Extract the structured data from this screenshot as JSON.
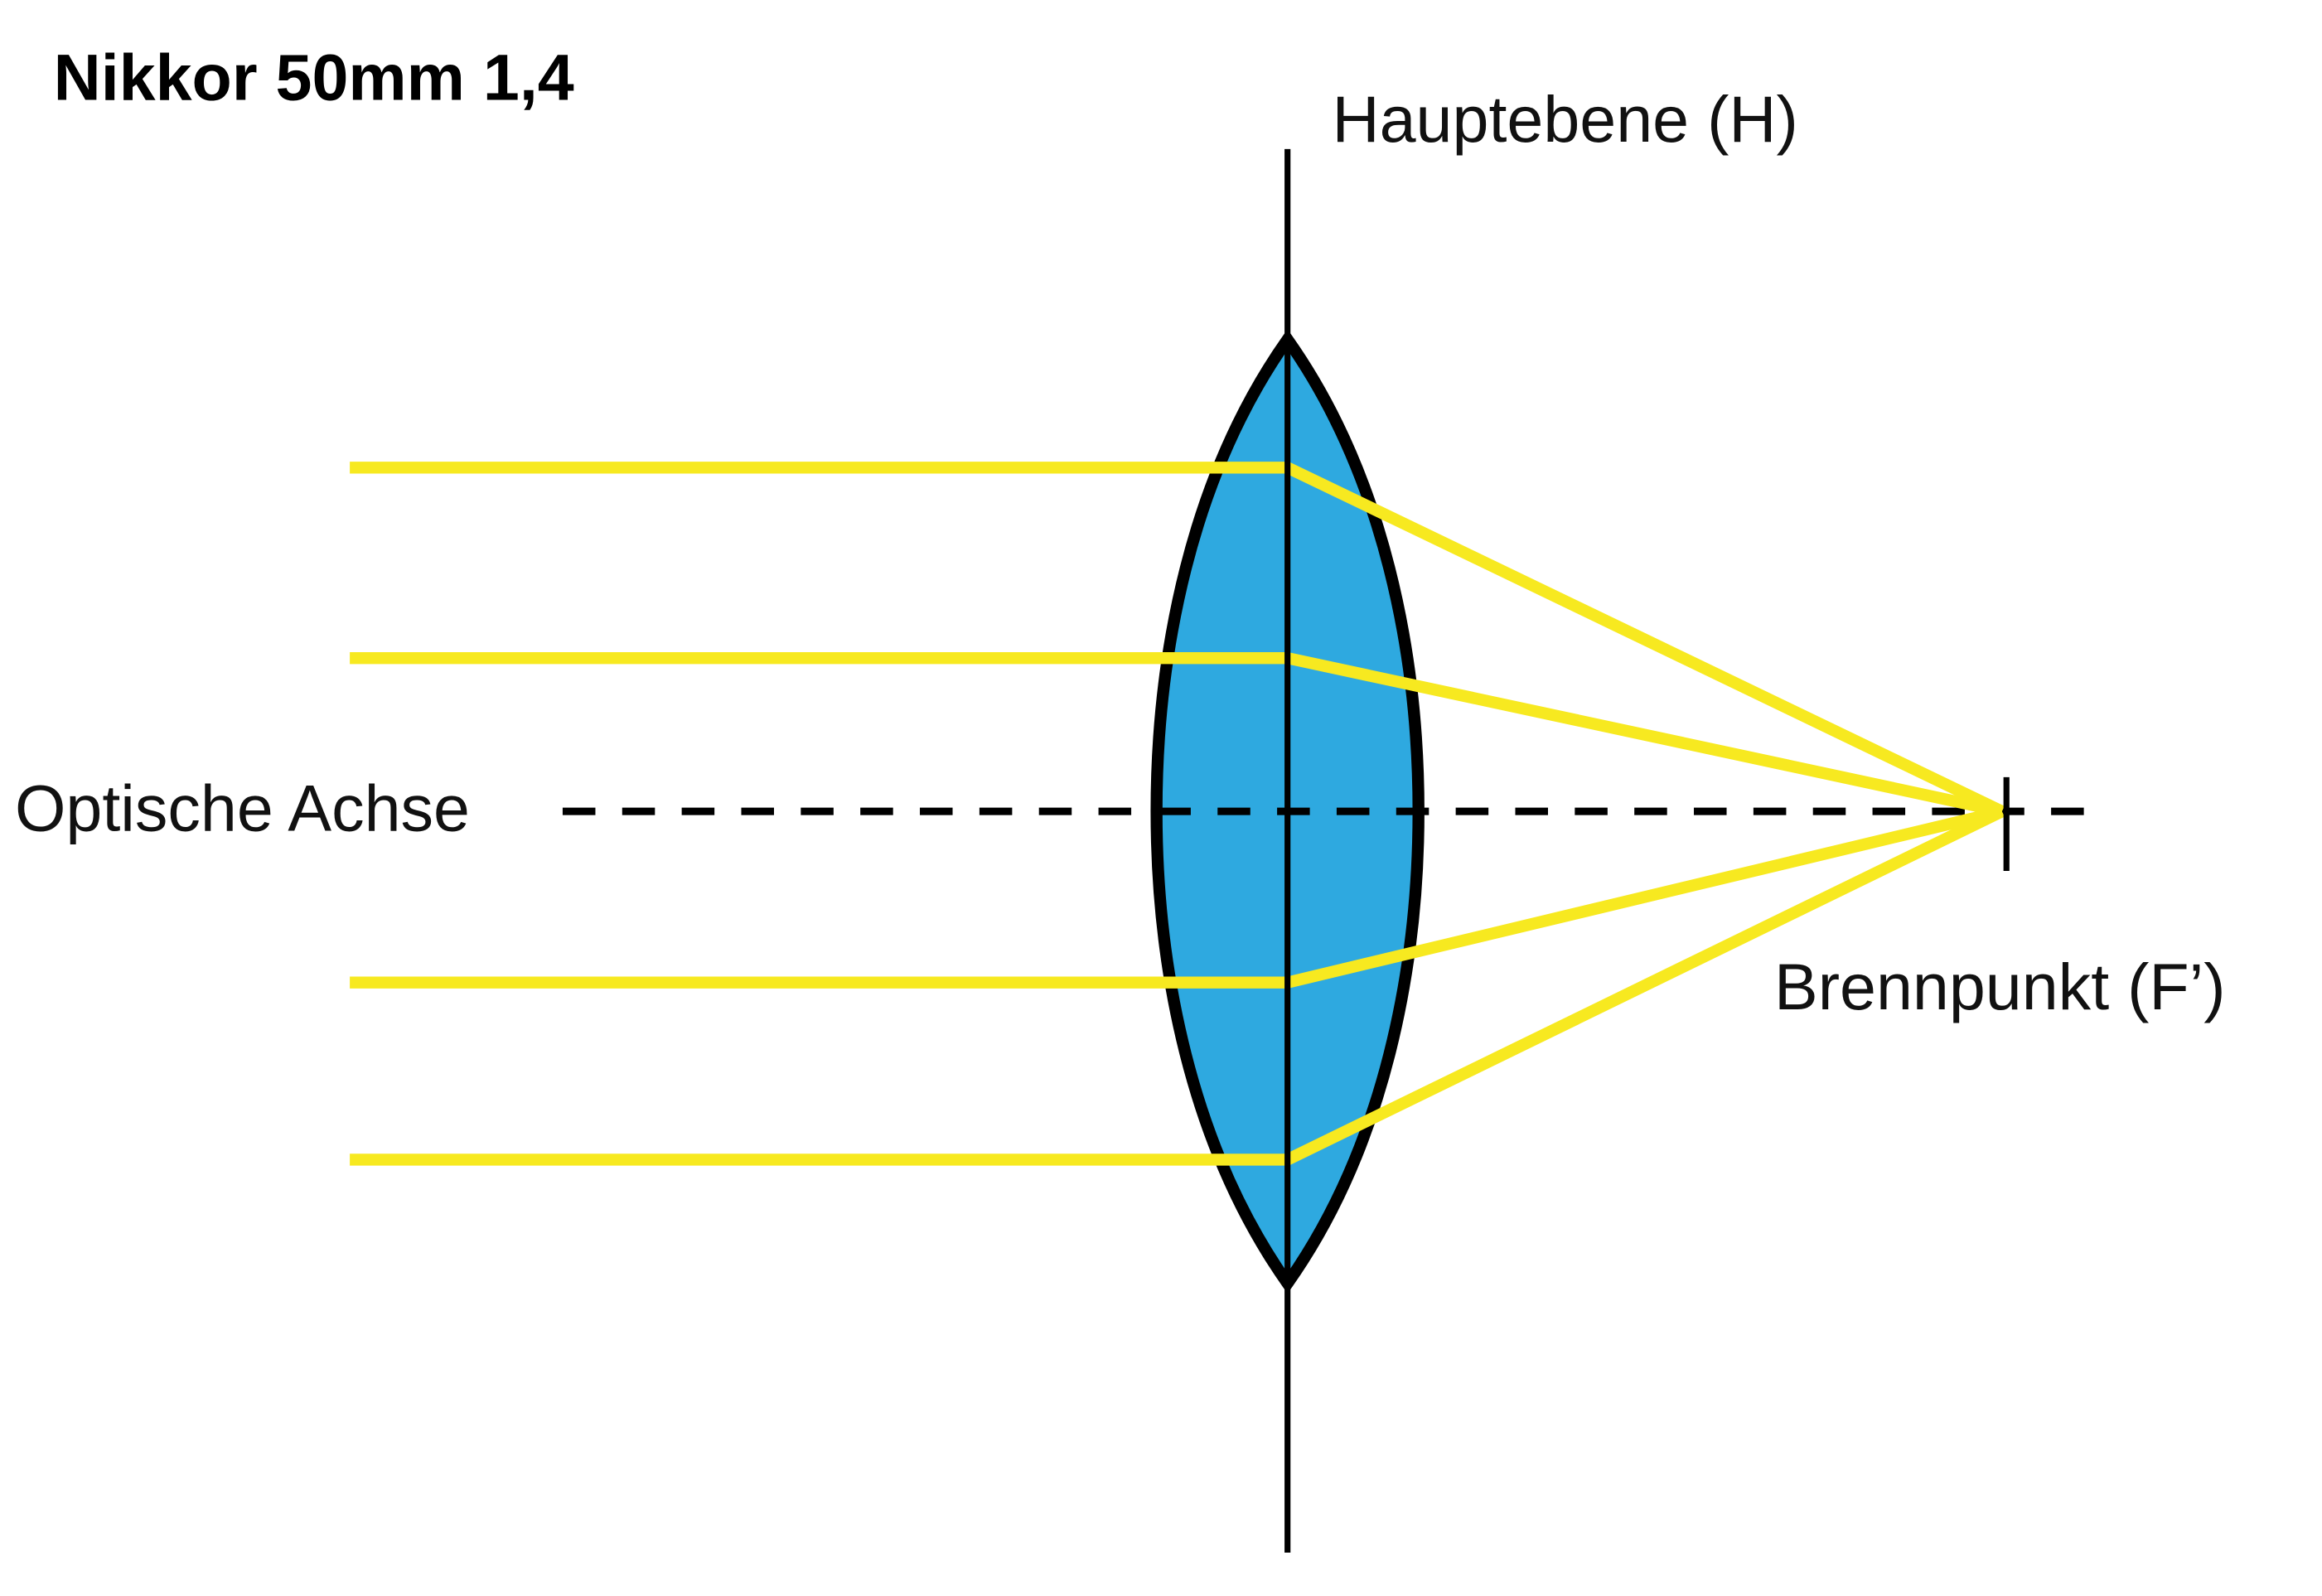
{
  "title": "Nikkor 50mm 1,4",
  "labels": {
    "principal_plane": "Hauptebene (H)",
    "optical_axis": "Optische Achse",
    "focal_point": "Brennpunkt (F’)"
  },
  "colors": {
    "lens_fill": "#2EA9E0",
    "ray": "#F7E920",
    "outline": "#000000"
  },
  "rays_count": 4
}
